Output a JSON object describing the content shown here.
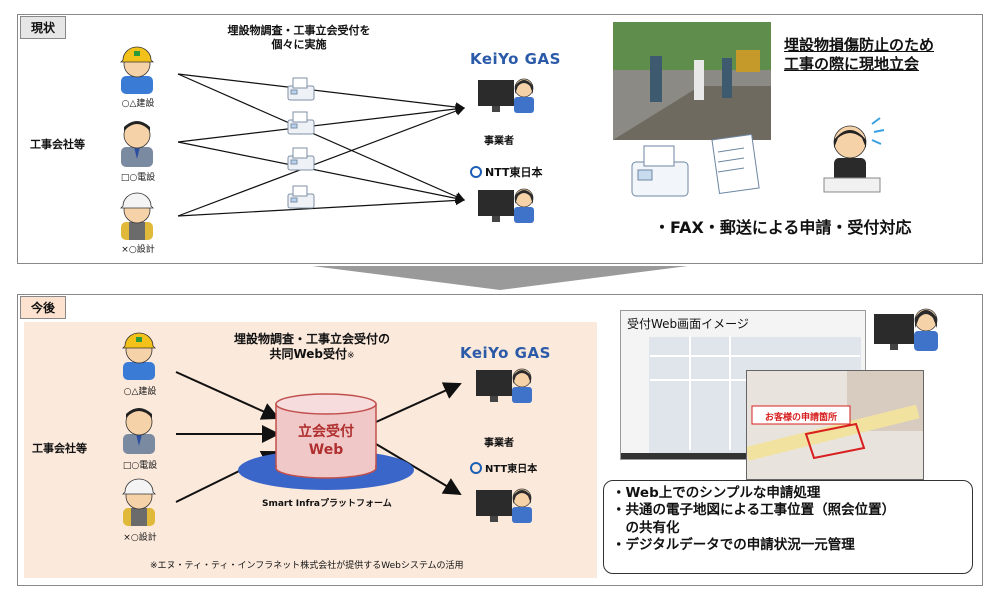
{
  "current": {
    "tag": "現状",
    "workers_label": "工事会社等",
    "companies": [
      "○△建設",
      "□○電設",
      "×○設計"
    ],
    "flow_title_line1": "埋設物調査・工事立会受付を",
    "flow_title_line2": "個々に実施",
    "utility_logo_keiyo": "KeiYo GAS",
    "operator_label": "事業者",
    "utility_logo_ntt": "NTT東日本",
    "headline_line1": "埋設物損傷防止のため",
    "headline_line2": "工事の際に現地立会",
    "method_text": "・FAX・郵送による申請・受付対応"
  },
  "future": {
    "tag": "今後",
    "workers_label": "工事会社等",
    "companies": [
      "○△建設",
      "□○電設",
      "×○設計"
    ],
    "flow_title_line1": "埋設物調査・工事立会受付の",
    "flow_title_line2": "共同Web受付",
    "flow_title_mark": "※",
    "db_line1": "立会受付",
    "db_line2": "Web",
    "platform_label": "Smart Infraプラットフォーム",
    "utility_logo_keiyo": "KeiYo GAS",
    "operator_label": "事業者",
    "utility_logo_ntt": "NTT東日本",
    "footnote": "※エヌ・ティ・ティ・インフラネット株式会社が提供するWebシステムの活用",
    "screen_title": "受付Web画面イメージ",
    "map_callout": "お客様の申請箇所",
    "benefits": [
      "・Web上でのシンプルな申請処理",
      "・共通の電子地図による工事位置（照会位置）",
      "　の共有化",
      "・デジタルデータでの申請状況一元管理"
    ]
  },
  "colors": {
    "future_bg": "#fbe9dc",
    "db_fill": "#f1c8c8",
    "db_stroke": "#c0504d",
    "callout_red": "#d81f1f",
    "logo_blue": "#2a5aa8",
    "chevron": "#9a9a9a"
  }
}
